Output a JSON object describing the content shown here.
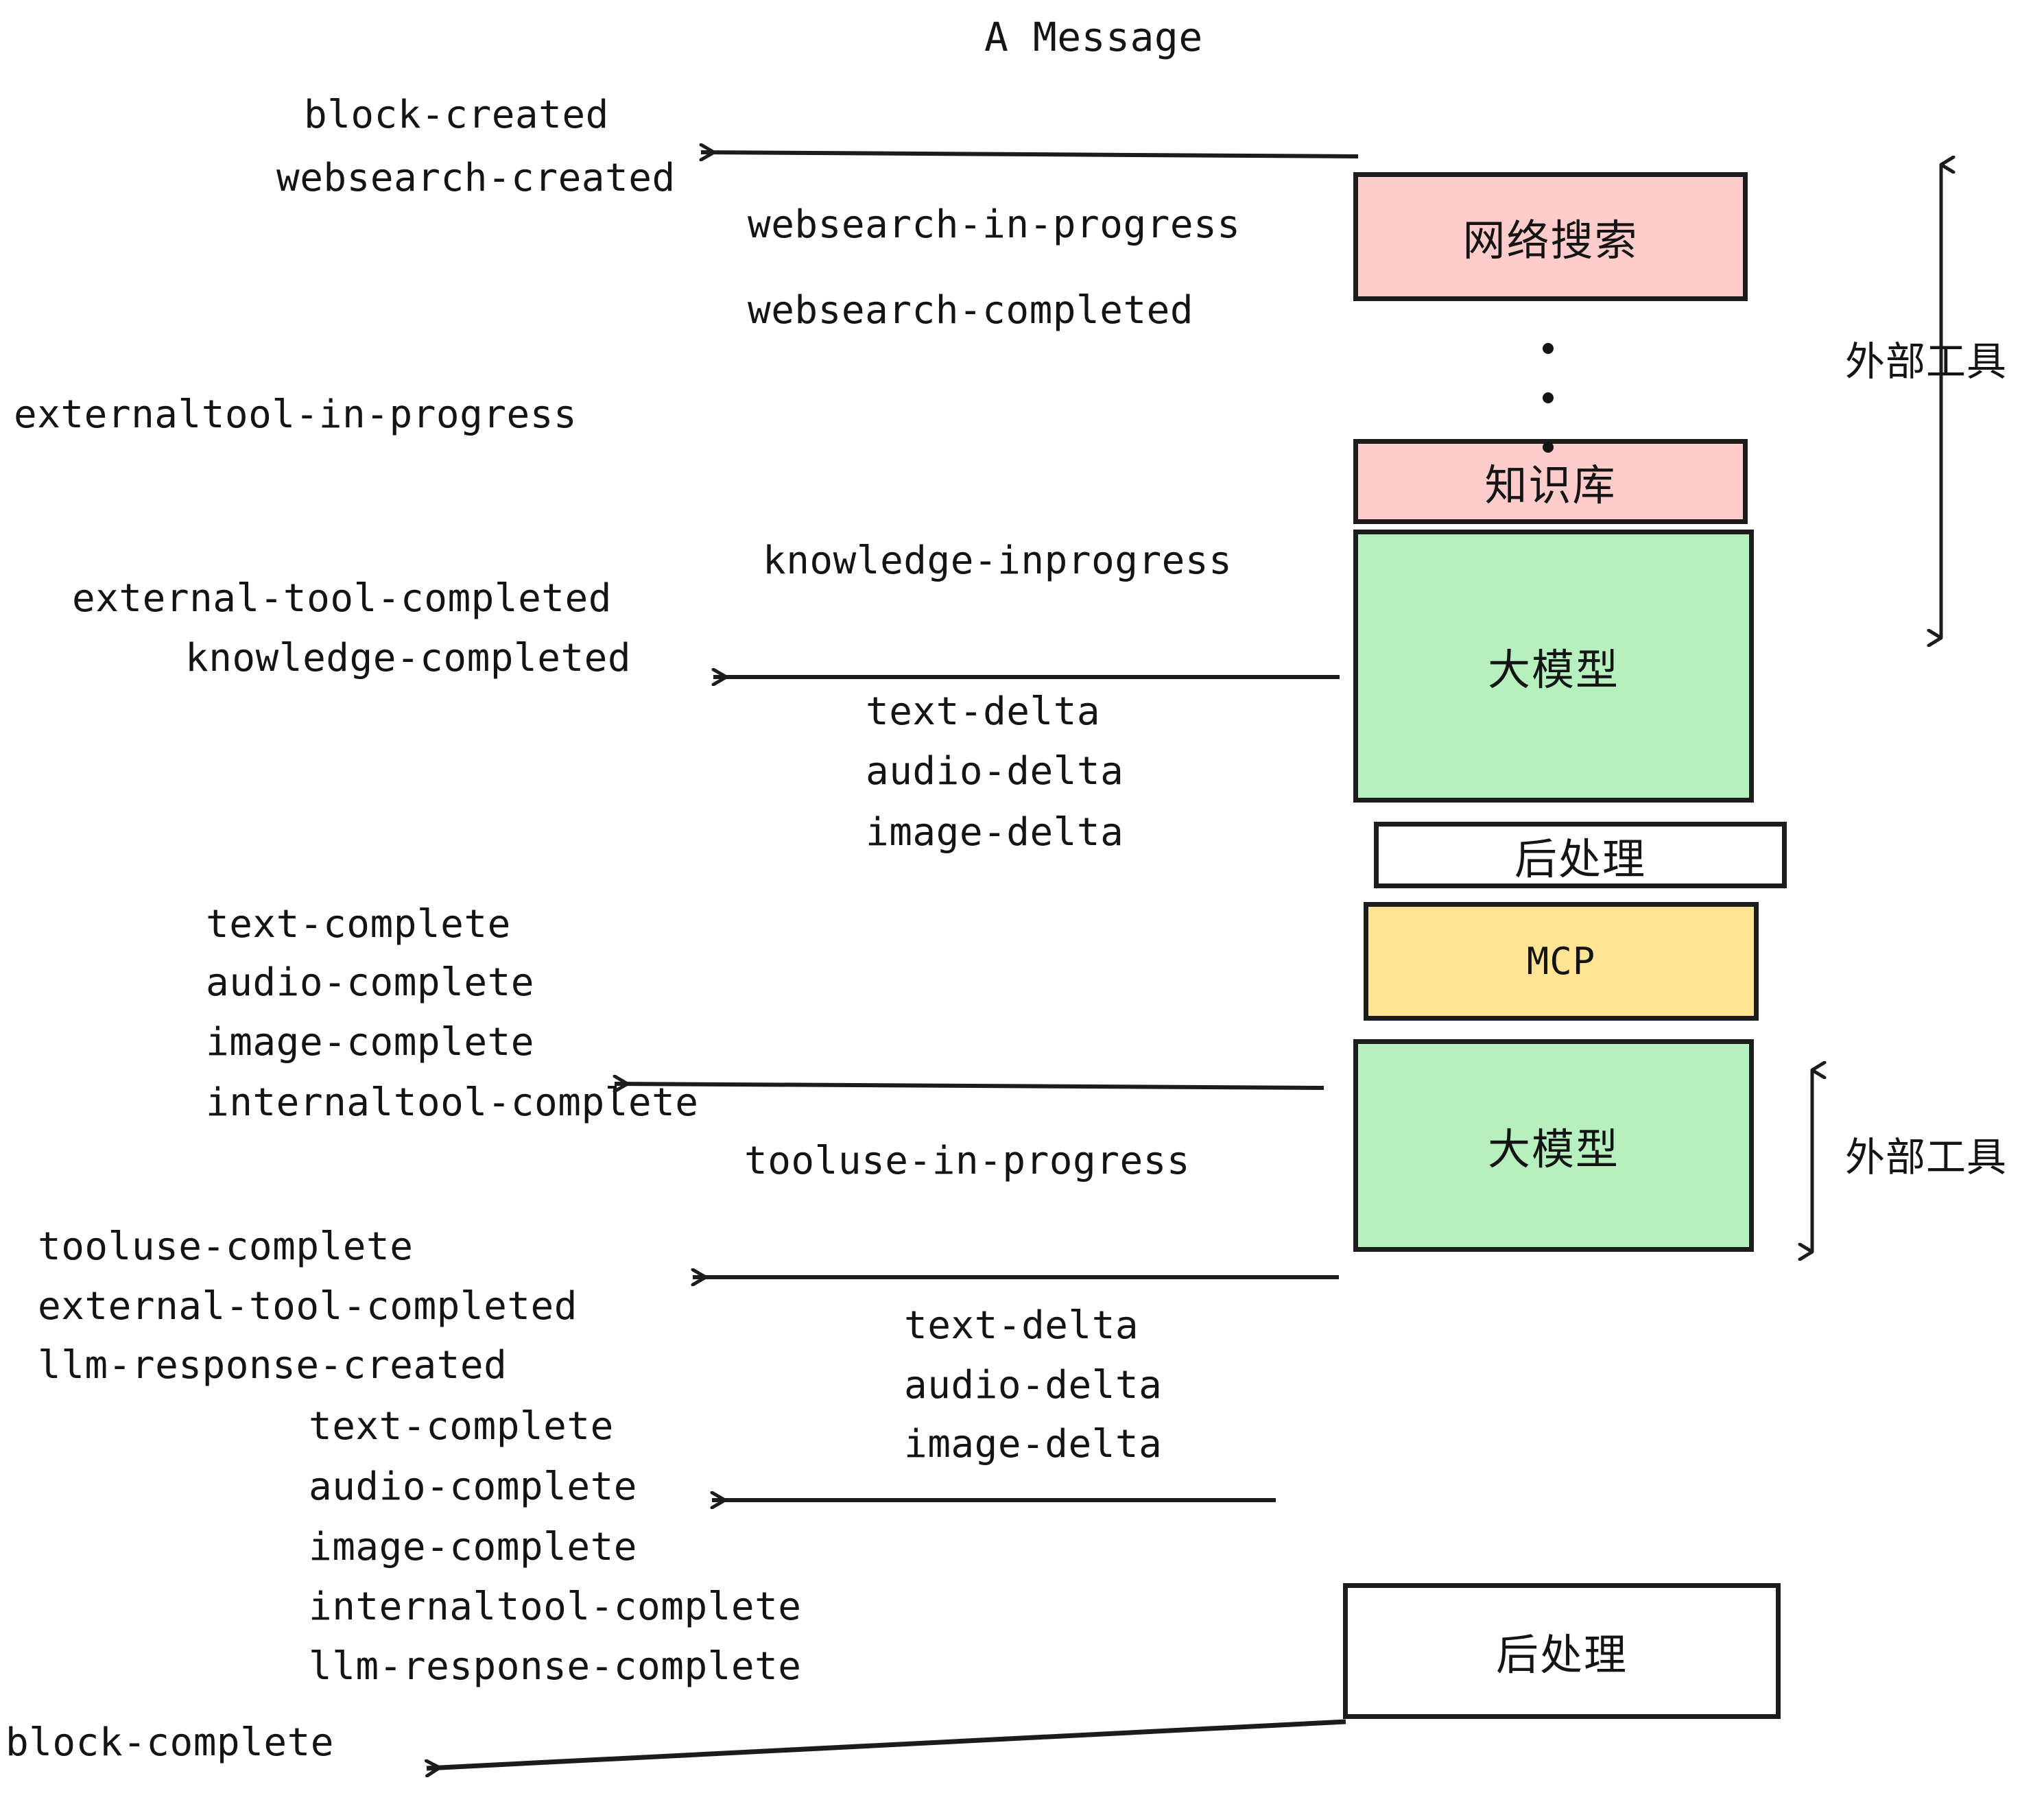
{
  "title": "A Message",
  "colors": {
    "pink": "#ffcccc",
    "green": "#b6f0bf",
    "yellow": "#ffe494",
    "white": "#ffffff",
    "stroke": "#1c1c1c",
    "text": "#141414"
  },
  "boxes": [
    {
      "id": "websearch",
      "label": "网络搜索",
      "fill": "pink"
    },
    {
      "id": "knowledge",
      "label": "知识库",
      "fill": "pink"
    },
    {
      "id": "llm-1",
      "label": "大模型",
      "fill": "green"
    },
    {
      "id": "postprocess-1",
      "label": "后处理",
      "fill": "white"
    },
    {
      "id": "mcp",
      "label": "MCP",
      "fill": "yellow"
    },
    {
      "id": "llm-2",
      "label": "大模型",
      "fill": "green"
    },
    {
      "id": "postprocess-2",
      "label": "后处理",
      "fill": "white"
    }
  ],
  "side_labels": [
    {
      "id": "external-tools-top",
      "text": "外部工具"
    },
    {
      "id": "external-tools-bottom",
      "text": "外部工具"
    }
  ],
  "events": [
    {
      "id": "block-created",
      "text": "block-created"
    },
    {
      "id": "websearch-created",
      "text": "websearch-created"
    },
    {
      "id": "websearch-in-progress",
      "text": "websearch-in-progress"
    },
    {
      "id": "websearch-completed",
      "text": "websearch-completed"
    },
    {
      "id": "externaltool-in-progress",
      "text": "externaltool-in-progress"
    },
    {
      "id": "knowledge-inprogress",
      "text": "knowledge-inprogress"
    },
    {
      "id": "external-tool-completed-1",
      "text": "external-tool-completed"
    },
    {
      "id": "knowledge-completed",
      "text": "knowledge-completed"
    },
    {
      "id": "text-delta-1",
      "text": "text-delta"
    },
    {
      "id": "audio-delta-1",
      "text": "audio-delta"
    },
    {
      "id": "image-delta-1",
      "text": "image-delta"
    },
    {
      "id": "text-complete-1",
      "text": "text-complete"
    },
    {
      "id": "audio-complete-1",
      "text": "audio-complete"
    },
    {
      "id": "image-complete-1",
      "text": "image-complete"
    },
    {
      "id": "internaltool-complete-1",
      "text": "internaltool-complete"
    },
    {
      "id": "tooluse-in-progress",
      "text": "tooluse-in-progress"
    },
    {
      "id": "tooluse-complete",
      "text": "tooluse-complete"
    },
    {
      "id": "external-tool-completed-2",
      "text": "external-tool-completed"
    },
    {
      "id": "llm-response-created",
      "text": "llm-response-created"
    },
    {
      "id": "text-delta-2",
      "text": "text-delta"
    },
    {
      "id": "audio-delta-2",
      "text": "audio-delta"
    },
    {
      "id": "image-delta-2",
      "text": "image-delta"
    },
    {
      "id": "text-complete-2",
      "text": "text-complete"
    },
    {
      "id": "audio-complete-2",
      "text": "audio-complete"
    },
    {
      "id": "image-complete-2",
      "text": "image-complete"
    },
    {
      "id": "internaltool-complete-2",
      "text": "internaltool-complete"
    },
    {
      "id": "llm-response-complete",
      "text": "llm-response-complete"
    },
    {
      "id": "block-complete",
      "text": "block-complete"
    }
  ]
}
